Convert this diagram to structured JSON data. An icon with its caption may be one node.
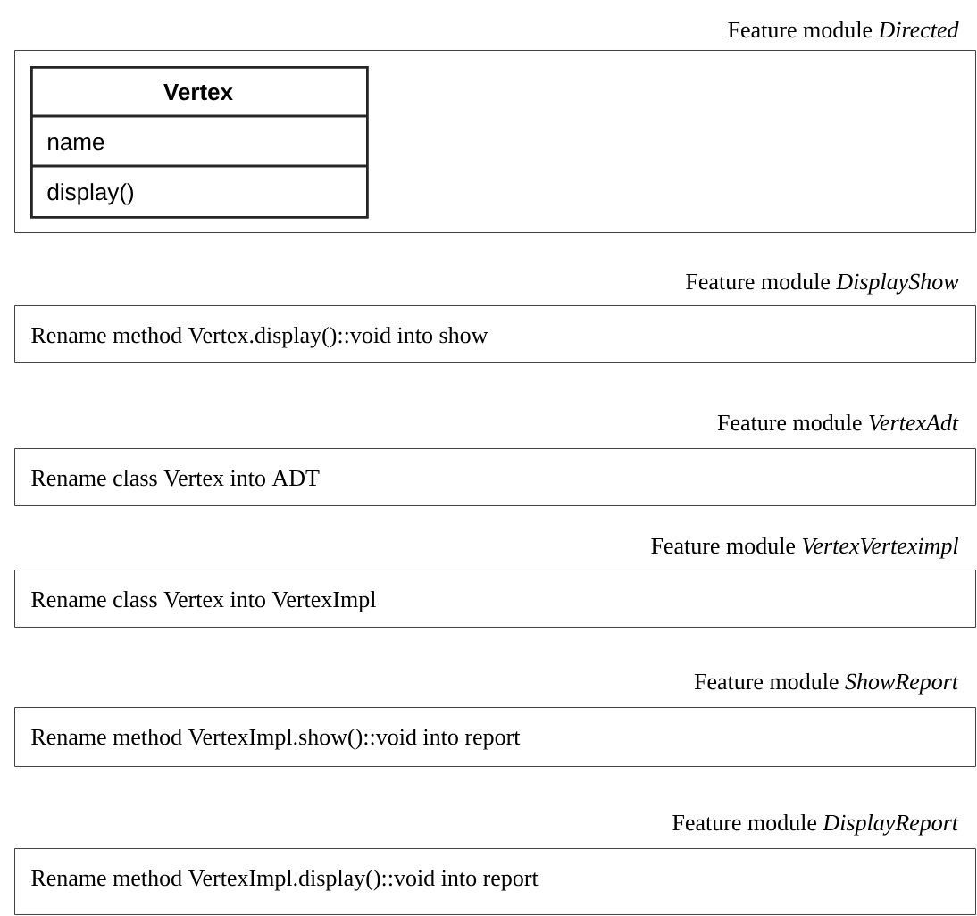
{
  "diagram": {
    "nodes": [
      {
        "text": [
          "Feature module *Directed*"
        ]
      },
      {
        "text": [
          "Vertex",
          "name",
          "display()"
        ],
        "in": 0
      },
      {
        "text": [
          "Feature module *DisplayShow*",
          "Rename method Vertex.display()::void into show"
        ]
      },
      {
        "text": [
          "Feature module *VertexAdt*",
          "Rename class Vertex into ADT"
        ]
      },
      {
        "text": [
          "Feature module *VertexVerteximpl*",
          "Rename class Vertex into VertexImpl"
        ]
      },
      {
        "text": [
          "Feature module *ShowReport*",
          "Rename method VertexImpl.show()::void into report"
        ]
      },
      {
        "text": [
          "Feature module *DisplayReport*",
          "Rename method VertexImpl.display()::void into report"
        ]
      }
    ]
  }
}
